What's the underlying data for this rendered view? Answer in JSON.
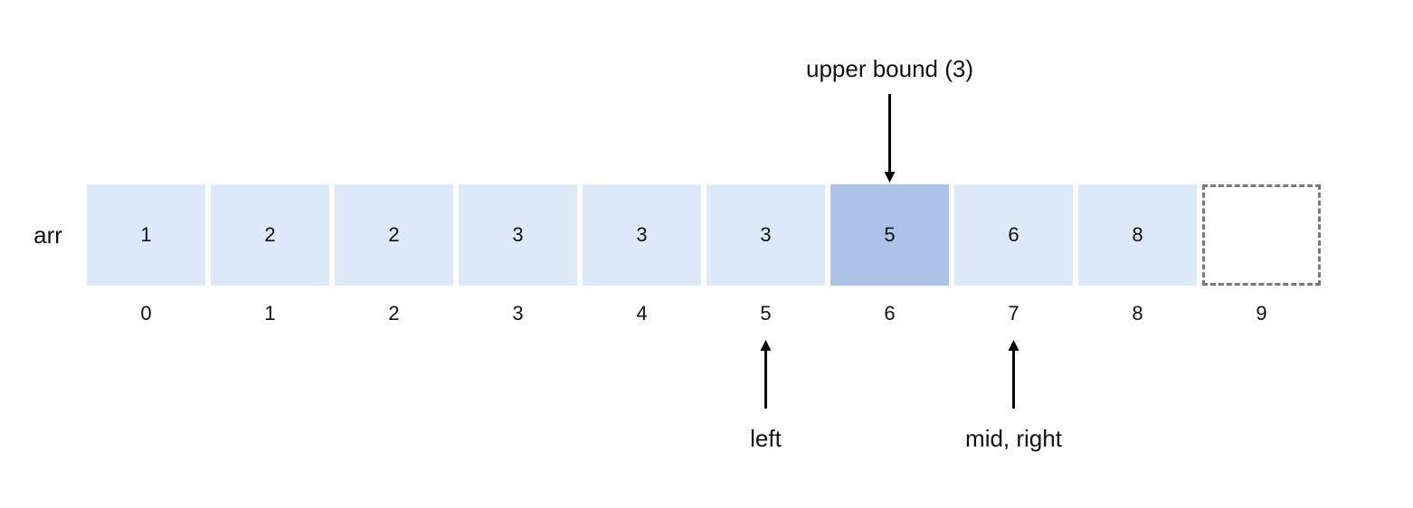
{
  "array": {
    "label": "arr",
    "cells": [
      {
        "index": "0",
        "value": "1",
        "state": "normal"
      },
      {
        "index": "1",
        "value": "2",
        "state": "normal"
      },
      {
        "index": "2",
        "value": "2",
        "state": "normal"
      },
      {
        "index": "3",
        "value": "3",
        "state": "normal"
      },
      {
        "index": "4",
        "value": "3",
        "state": "normal"
      },
      {
        "index": "5",
        "value": "3",
        "state": "normal"
      },
      {
        "index": "6",
        "value": "5",
        "state": "highlight"
      },
      {
        "index": "7",
        "value": "6",
        "state": "normal"
      },
      {
        "index": "8",
        "value": "8",
        "state": "normal"
      },
      {
        "index": "9",
        "value": "",
        "state": "empty"
      }
    ]
  },
  "pointers": {
    "upper_bound": {
      "label": "upper bound (3)",
      "target_index": 6,
      "direction": "down"
    },
    "left": {
      "label": "left",
      "target_index": 5,
      "direction": "up"
    },
    "mid_right": {
      "label": "mid, right",
      "target_index": 7,
      "direction": "up"
    }
  },
  "colors": {
    "cell_fill": "#dde8f8",
    "highlight_fill": "#aec3e8",
    "empty_border": "#777777",
    "arrow": "#000000",
    "text": "#111111"
  }
}
